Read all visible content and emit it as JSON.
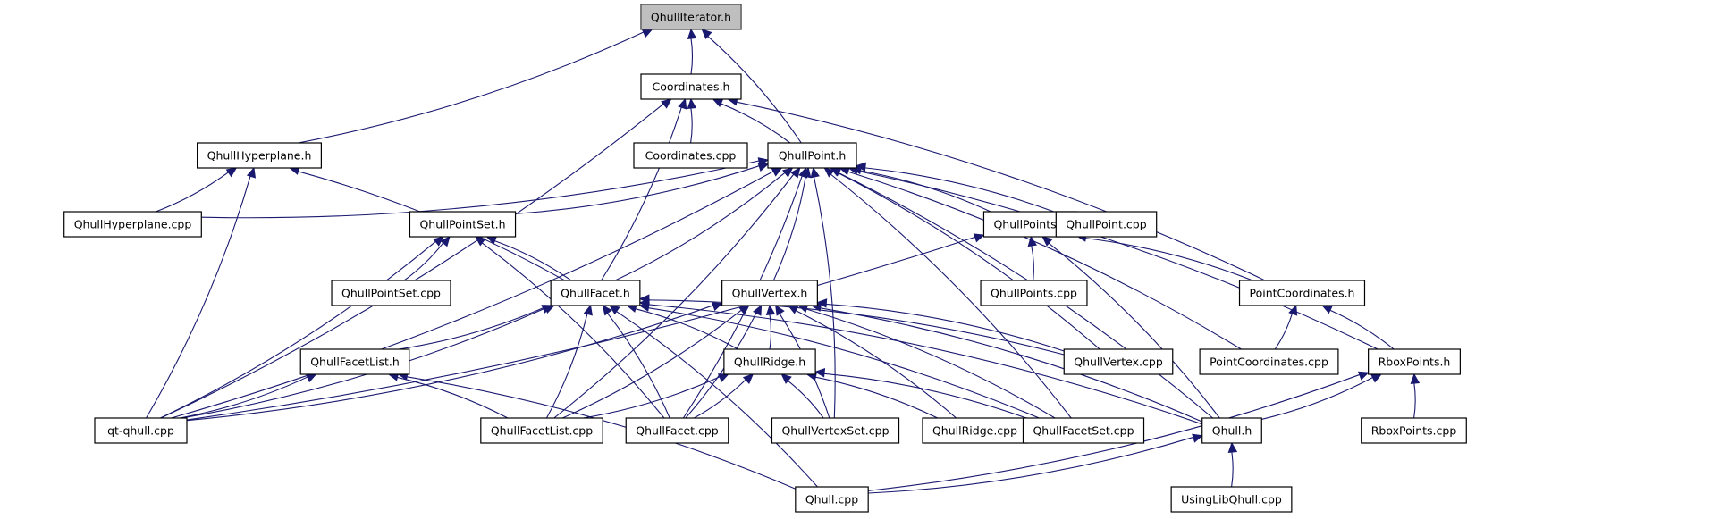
{
  "title": "QhullIterator.h include dependency graph",
  "colors": {
    "edge": "#191970",
    "root_fill": "#bfbfbf",
    "node_fill": "#ffffff",
    "node_border": "#000000"
  },
  "nodes": {
    "qhulliterator_h": "QhullIterator.h",
    "coordinates_h": "Coordinates.h",
    "qhullhyperplane_h": "QhullHyperplane.h",
    "coordinates_cpp": "Coordinates.cpp",
    "qhullpoint_h": "QhullPoint.h",
    "qhullhyperplane_cpp": "QhullHyperplane.cpp",
    "qhullpointset_h": "QhullPointSet.h",
    "qhullpoints_h": "QhullPoints.h",
    "qhullpoint_cpp": "QhullPoint.cpp",
    "qhullpointset_cpp": "QhullPointSet.cpp",
    "qhullfacet_h": "QhullFacet.h",
    "qhullvertex_h": "QhullVertex.h",
    "qhullpoints_cpp": "QhullPoints.cpp",
    "pointcoordinates_h": "PointCoordinates.h",
    "qhullfacetlist_h": "QhullFacetList.h",
    "qhullridge_h": "QhullRidge.h",
    "qhullvertex_cpp": "QhullVertex.cpp",
    "pointcoordinates_cpp": "PointCoordinates.cpp",
    "rboxpoints_h": "RboxPoints.h",
    "qt_qhull_cpp": "qt-qhull.cpp",
    "qhullfacetlist_cpp": "QhullFacetList.cpp",
    "qhullfacet_cpp": "QhullFacet.cpp",
    "qhullvertexset_cpp": "QhullVertexSet.cpp",
    "qhullridge_cpp": "QhullRidge.cpp",
    "qhullfacetset_cpp": "QhullFacetSet.cpp",
    "qhull_h": "Qhull.h",
    "rboxpoints_cpp": "RboxPoints.cpp",
    "qhull_cpp": "Qhull.cpp",
    "usinglibqhull_cpp": "UsingLibQhull.cpp"
  },
  "edges": [
    [
      "coordinates_h",
      "qhulliterator_h"
    ],
    [
      "qhullhyperplane_h",
      "qhulliterator_h"
    ],
    [
      "qhullpoint_h",
      "qhulliterator_h"
    ],
    [
      "coordinates_cpp",
      "coordinates_h"
    ],
    [
      "qhullpoint_h",
      "coordinates_h"
    ],
    [
      "qt_qhull_cpp",
      "coordinates_h"
    ],
    [
      "qhullfacet_h",
      "coordinates_h"
    ],
    [
      "pointcoordinates_h",
      "coordinates_h"
    ],
    [
      "qhullhyperplane_cpp",
      "qhullhyperplane_h"
    ],
    [
      "qt_qhull_cpp",
      "qhullhyperplane_h"
    ],
    [
      "qhullfacet_h",
      "qhullhyperplane_h"
    ],
    [
      "qhullhyperplane_cpp",
      "qhullpoint_h"
    ],
    [
      "qhullpointset_h",
      "qhullpoint_h"
    ],
    [
      "qhullpoints_h",
      "qhullpoint_h"
    ],
    [
      "qhullpoint_cpp",
      "qhullpoint_h"
    ],
    [
      "qhullfacet_h",
      "qhullpoint_h"
    ],
    [
      "qhullvertex_h",
      "qhullpoint_h"
    ],
    [
      "qt_qhull_cpp",
      "qhullpoint_h"
    ],
    [
      "qhullfacetlist_cpp",
      "qhullpoint_h"
    ],
    [
      "qhullfacet_cpp",
      "qhullpoint_h"
    ],
    [
      "qhullvertexset_cpp",
      "qhullpoint_h"
    ],
    [
      "qhullvertex_cpp",
      "qhullpoint_h"
    ],
    [
      "qhullfacetset_cpp",
      "qhullpoint_h"
    ],
    [
      "qhull_h",
      "qhullpoint_h"
    ],
    [
      "rboxpoints_h",
      "qhullpoint_h"
    ],
    [
      "pointcoordinates_cpp",
      "qhullpoint_h"
    ],
    [
      "qhullpointset_cpp",
      "qhullpointset_h"
    ],
    [
      "qhullfacet_h",
      "qhullpointset_h"
    ],
    [
      "qt_qhull_cpp",
      "qhullpointset_h"
    ],
    [
      "qhullfacet_cpp",
      "qhullpointset_h"
    ],
    [
      "qhullpoints_cpp",
      "qhullpoints_h"
    ],
    [
      "pointcoordinates_h",
      "qhullpoints_h"
    ],
    [
      "qt_qhull_cpp",
      "qhullpoints_h"
    ],
    [
      "qhull_h",
      "qhullpoints_h"
    ],
    [
      "qhullfacetlist_h",
      "qhullfacet_h"
    ],
    [
      "qhullfacetlist_cpp",
      "qhullfacet_h"
    ],
    [
      "qhullfacet_cpp",
      "qhullfacet_h"
    ],
    [
      "qhullridge_h",
      "qhullfacet_h"
    ],
    [
      "qt_qhull_cpp",
      "qhullfacet_h"
    ],
    [
      "qhullvertex_cpp",
      "qhullfacet_h"
    ],
    [
      "qhullfacetset_cpp",
      "qhullfacet_h"
    ],
    [
      "qhull_h",
      "qhullfacet_h"
    ],
    [
      "qhull_cpp",
      "qhullfacet_h"
    ],
    [
      "qhullridge_h",
      "qhullvertex_h"
    ],
    [
      "qhullfacetlist_cpp",
      "qhullvertex_h"
    ],
    [
      "qhullfacet_cpp",
      "qhullvertex_h"
    ],
    [
      "qhullvertexset_cpp",
      "qhullvertex_h"
    ],
    [
      "qhullridge_cpp",
      "qhullvertex_h"
    ],
    [
      "qhullvertex_cpp",
      "qhullvertex_h"
    ],
    [
      "qhullfacetset_cpp",
      "qhullvertex_h"
    ],
    [
      "qt_qhull_cpp",
      "qhullvertex_h"
    ],
    [
      "qhull_h",
      "qhullvertex_h"
    ],
    [
      "pointcoordinates_cpp",
      "pointcoordinates_h"
    ],
    [
      "rboxpoints_h",
      "pointcoordinates_h"
    ],
    [
      "qt_qhull_cpp",
      "qhullfacetlist_h"
    ],
    [
      "qhullfacetlist_cpp",
      "qhullfacetlist_h"
    ],
    [
      "qhull_cpp",
      "qhullfacetlist_h"
    ],
    [
      "qhullfacetlist_cpp",
      "qhullridge_h"
    ],
    [
      "qhullfacet_cpp",
      "qhullridge_h"
    ],
    [
      "qhullvertexset_cpp",
      "qhullridge_h"
    ],
    [
      "qhullridge_cpp",
      "qhullridge_h"
    ],
    [
      "qhullfacetset_cpp",
      "qhullridge_h"
    ],
    [
      "rboxpoints_cpp",
      "rboxpoints_h"
    ],
    [
      "qhull_h",
      "rboxpoints_h"
    ],
    [
      "qhull_cpp",
      "rboxpoints_h"
    ],
    [
      "qhull_cpp",
      "qhull_h"
    ],
    [
      "usinglibqhull_cpp",
      "qhull_h"
    ]
  ]
}
